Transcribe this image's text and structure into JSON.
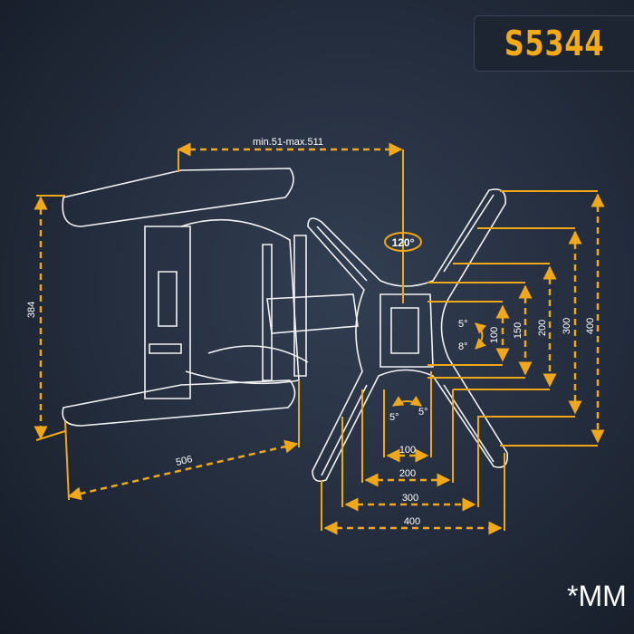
{
  "model": "S5344",
  "unit_note": "*MM",
  "dimensions": {
    "arm_extension": "min.51-max.511",
    "swivel": "120°",
    "height": "384",
    "width": "506",
    "vesa_vertical": [
      "100",
      "150",
      "200",
      "300",
      "400"
    ],
    "vesa_horizontal": [
      "100",
      "200",
      "300",
      "400"
    ],
    "tilt_up": "5°",
    "tilt_down": "8°",
    "rotate_left": "5°",
    "rotate_right": "5°"
  },
  "colors": {
    "accent": "#f0a818",
    "line": "#f2f2f2",
    "background": "#232c3c"
  }
}
